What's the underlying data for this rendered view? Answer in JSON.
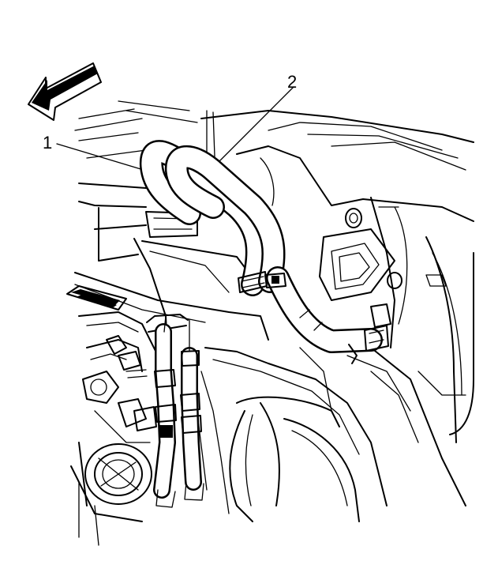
{
  "callouts": [
    {
      "id": "1",
      "text": "1"
    },
    {
      "id": "2",
      "text": "2"
    }
  ],
  "icons": {
    "direction_arrow": "front-direction-arrow-icon"
  },
  "colors": {
    "line": "#000000",
    "background": "#ffffff"
  }
}
